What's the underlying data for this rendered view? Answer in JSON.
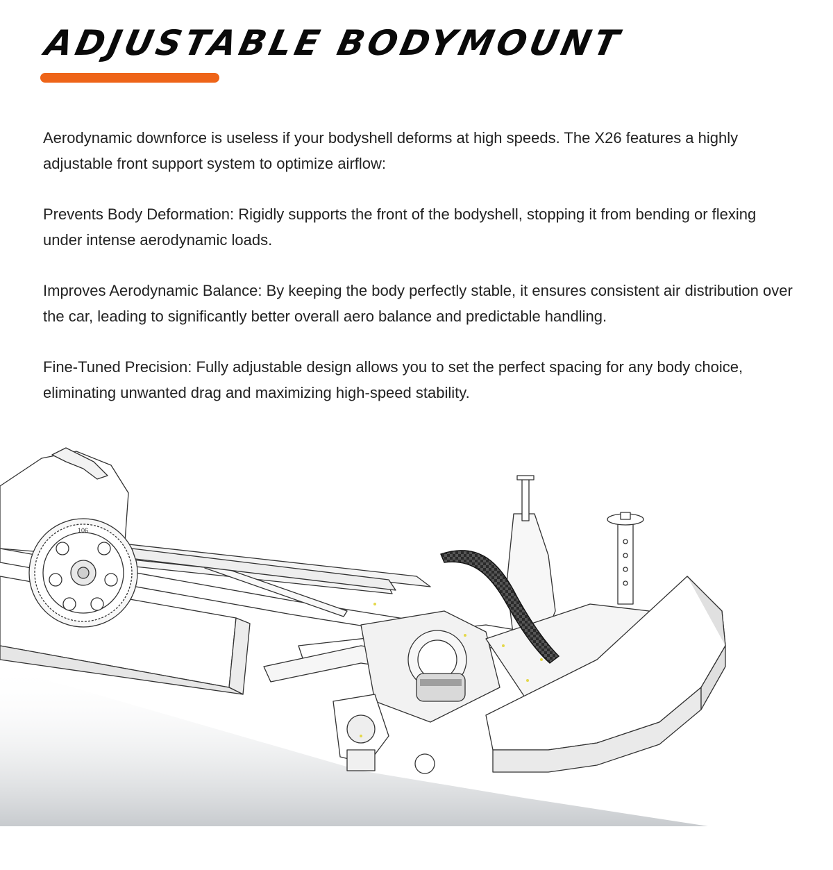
{
  "header": {
    "title": "ADJUSTABLE BODYMOUNT",
    "accent_color": "#ee6418"
  },
  "content": {
    "intro": "Aerodynamic downforce is useless if your bodyshell deforms at high speeds. The X26 features a highly adjustable front support system to optimize airflow:",
    "features": [
      {
        "text": "Prevents Body Deformation: Rigidly supports the front of the bodyshell, stopping it from bending or flexing under intense aerodynamic loads."
      },
      {
        "text": "Improves Aerodynamic Balance: By keeping the body perfectly stable, it ensures consistent air distribution over the car, leading to significantly better overall aero balance and predictable handling."
      },
      {
        "text": "Fine-Tuned Precision: Fully adjustable design allows you to set the perfect spacing for any body choice, eliminating unwanted drag and maximizing high-speed stability."
      }
    ]
  },
  "illustration": {
    "gear_label": "106",
    "subject": "line drawing of RC car chassis front end with carbon body support"
  }
}
